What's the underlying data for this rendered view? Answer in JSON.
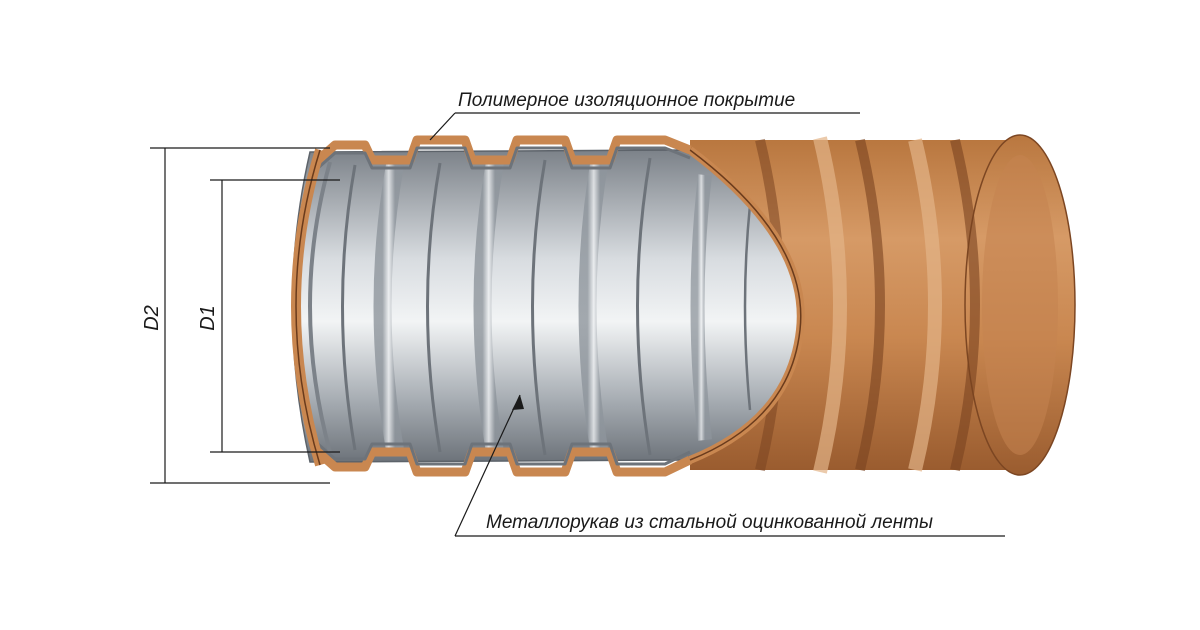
{
  "labels": {
    "coating": "Полимерное изоляционное покрытие",
    "metal_hose": "Металлорукав из стальной оцинкованной ленты",
    "outer_diameter": "D2",
    "inner_diameter": "D1"
  },
  "colors": {
    "coating": "#c98750",
    "coating_dark": "#8a4f28",
    "coating_light": "#dca676",
    "steel": "#b9bec4",
    "steel_dark": "#6f757c",
    "steel_light": "#e6e9ec",
    "line": "#1a1a1a"
  }
}
